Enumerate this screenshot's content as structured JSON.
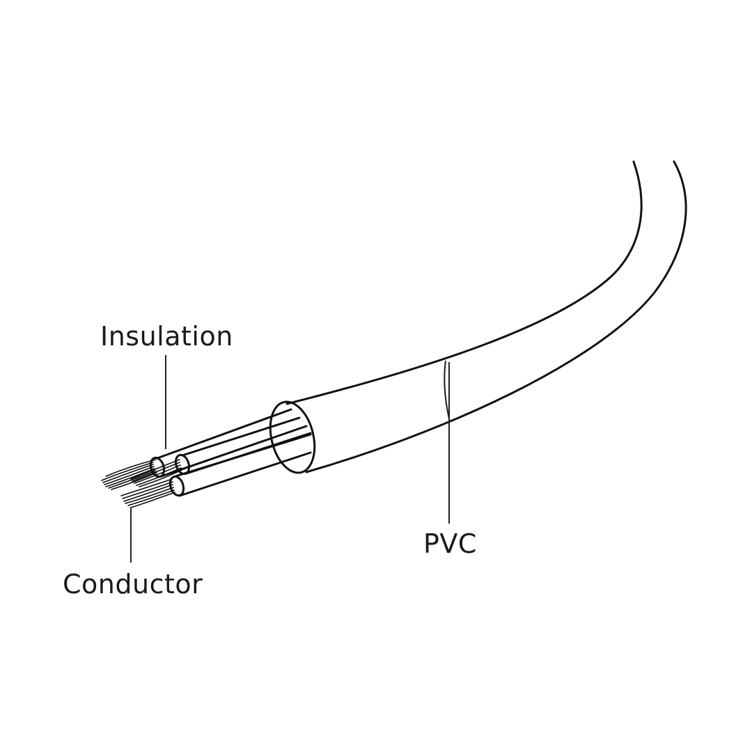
{
  "labels": {
    "insulation": "Insulation",
    "pvc": "PVC",
    "conductor": "Conductor"
  },
  "colors": {
    "line": "#111111",
    "text": "#1a1a1a",
    "background": "#ffffff"
  }
}
